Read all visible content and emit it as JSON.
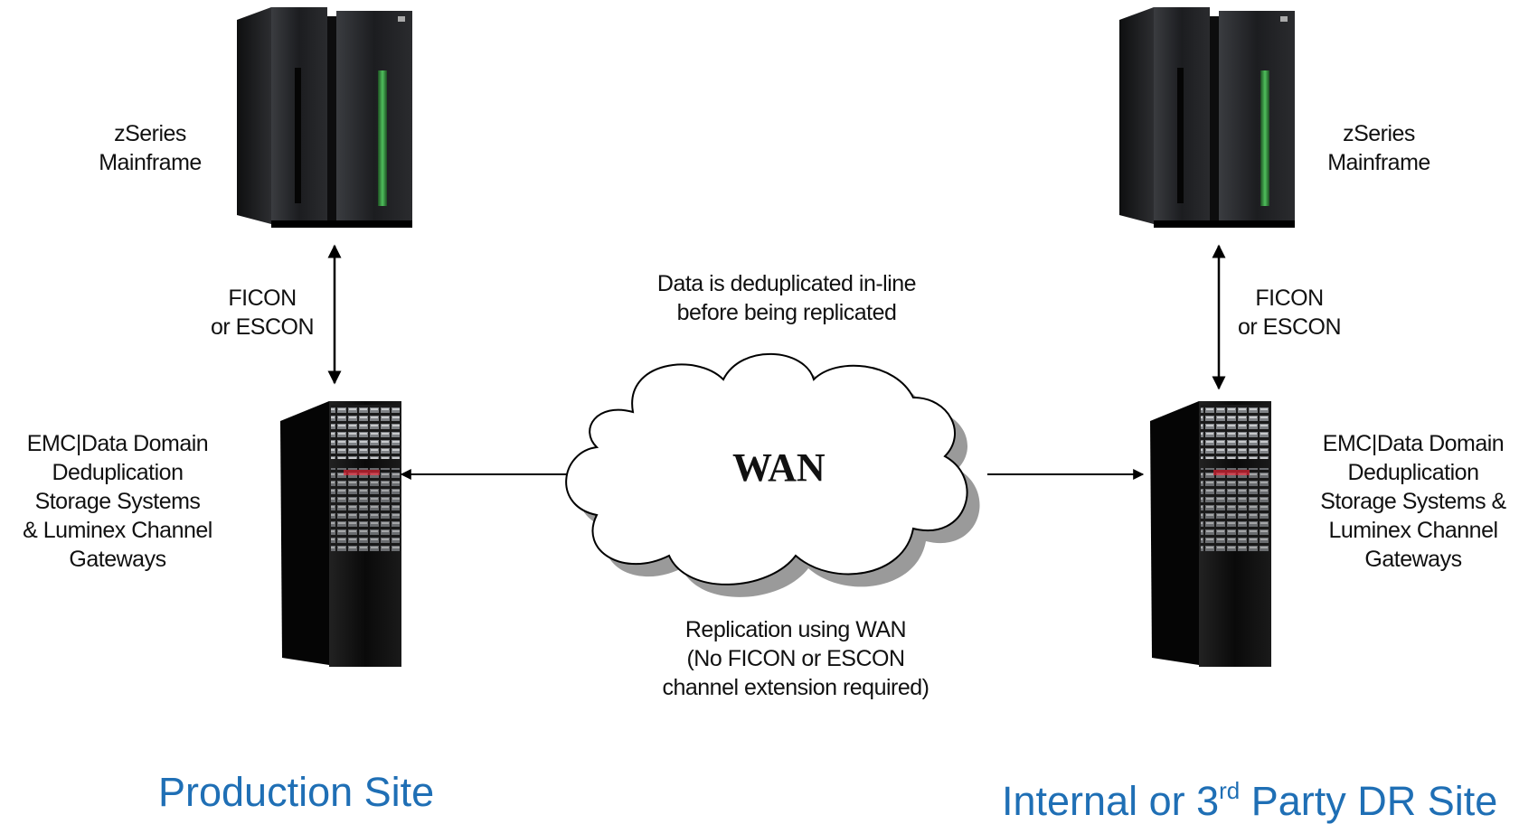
{
  "left_site": {
    "mainframe_label": [
      "zSeries",
      "Mainframe"
    ],
    "channel_label": [
      "FICON",
      "or ESCON"
    ],
    "storage_label": [
      "EMC|Data Domain",
      "Deduplication",
      "Storage Systems",
      "& Luminex Channel",
      "Gateways"
    ],
    "site_title": "Production Site"
  },
  "right_site": {
    "mainframe_label": [
      "zSeries",
      "Mainframe"
    ],
    "channel_label": [
      "FICON",
      "or ESCON"
    ],
    "storage_label": [
      "EMC|Data Domain",
      "Deduplication",
      "Storage Systems &",
      "Luminex Channel",
      "Gateways"
    ],
    "site_title_pre": "Internal or 3",
    "site_title_sup": "rd",
    "site_title_post": " Party DR Site"
  },
  "network": {
    "cloud_label": "WAN",
    "top_note": [
      "Data is deduplicated in-line",
      "before being replicated"
    ],
    "bottom_note": [
      "Replication using WAN",
      "(No FICON or ESCON",
      "channel extension required)"
    ]
  },
  "colors": {
    "site_title": "#1f6fb5",
    "mainframe_body": "#1c1d1f",
    "mainframe_accent": "#3fa34d",
    "storage_body": "#111111"
  }
}
